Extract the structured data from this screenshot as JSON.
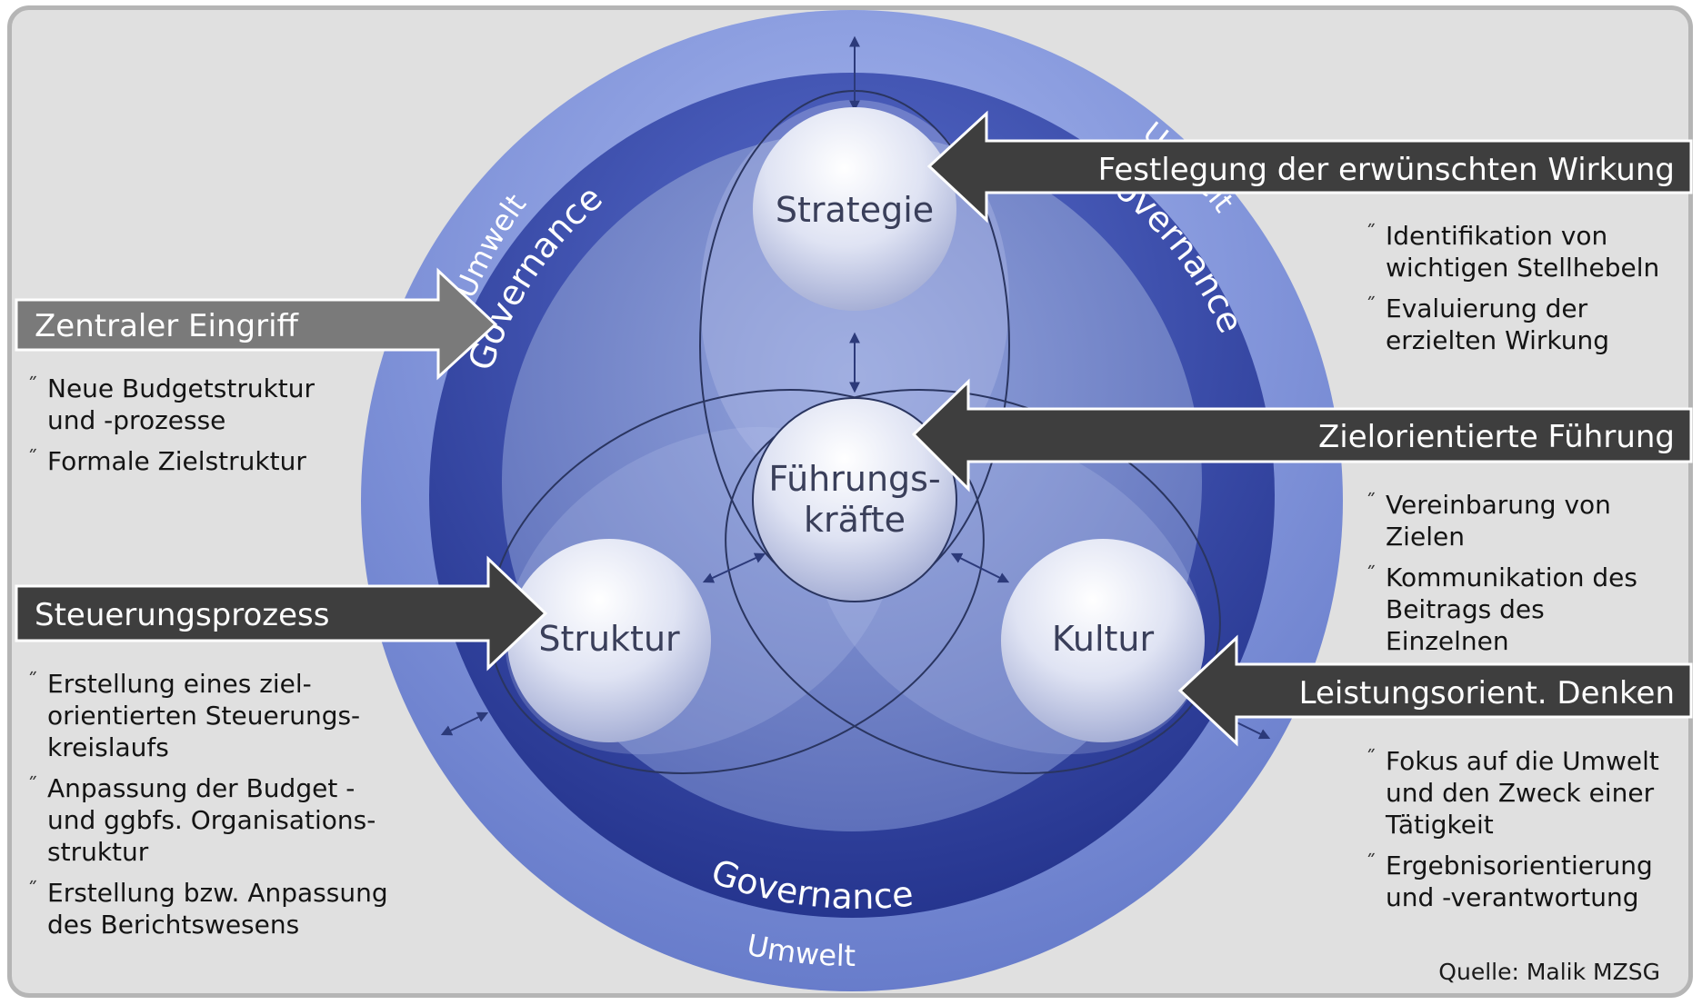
{
  "labels": {
    "umwelt": "Umwelt",
    "governance": "Governance",
    "strategie": "Strategie",
    "fuehrung_line1": "Führungs-",
    "fuehrung_line2": "kräfte",
    "struktur": "Struktur",
    "kultur": "Kultur"
  },
  "arrows": {
    "zentraler_eingriff": "Zentraler Eingriff",
    "steuerungsprozess": "Steuerungsprozess",
    "festlegung": "Festlegung der erwünschten Wirkung",
    "zielorientierte_fuehrung": "Zielorientierte Führung",
    "leistungsorient": "Leistungsorient. Denken"
  },
  "bullet_mark": "˝",
  "lists": {
    "zentraler_eingriff": [
      "Neue Budgetstruktur und -prozesse",
      "Formale Zielstruktur"
    ],
    "steuerungsprozess": [
      "Erstellung eines ziel-orientierten Steuerungs-kreislaufs",
      "Anpassung der Budget -und ggbfs. Organisations-struktur",
      "Erstellung bzw. Anpassung des  Berichtswesens"
    ],
    "festlegung": [
      "Identifikation von wichtigen Stellhebeln",
      "Evaluierung  der erzielten Wirkung"
    ],
    "zielorientierte_fuehrung": [
      "Vereinbarung von Zielen",
      "Kommunikation des Beitrags des Einzelnen"
    ],
    "leistungsorient": [
      "Fokus auf die Umwelt und den Zweck einer Tätigkeit",
      "Ergebnisorientierung und -verantwortung"
    ]
  },
  "source": "Quelle: Malik MZSG",
  "colors": {
    "outer_ring": "#8a9ee0",
    "inner_ring": "#3d4fae",
    "core": "#6c7fc8",
    "dark_arrow": "#3e3e3e",
    "grey_arrow": "#7a7a7a",
    "sphere_text": "#3a3f5a"
  }
}
